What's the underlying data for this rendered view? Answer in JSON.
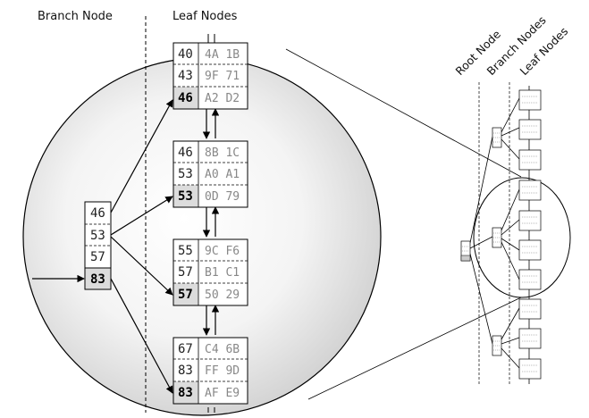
{
  "headers": {
    "branch_node": "Branch Node",
    "leaf_nodes": "Leaf Nodes"
  },
  "minimap_labels": {
    "root_node": "Root Node",
    "branch_nodes": "Branch Nodes",
    "leaf_nodes": "Leaf Nodes"
  },
  "branch_node": {
    "keys": [
      "46",
      "53",
      "57",
      "83"
    ],
    "highlighted_key": "83"
  },
  "leaf_nodes": [
    {
      "entries": [
        {
          "key": "40",
          "rowid": "4A 1B"
        },
        {
          "key": "43",
          "rowid": "9F 71"
        },
        {
          "key": "46",
          "rowid": "A2 D2",
          "bold": true
        }
      ]
    },
    {
      "entries": [
        {
          "key": "46",
          "rowid": "8B 1C"
        },
        {
          "key": "53",
          "rowid": "A0 A1"
        },
        {
          "key": "53",
          "rowid": "0D 79",
          "bold": true
        }
      ]
    },
    {
      "entries": [
        {
          "key": "55",
          "rowid": "9C F6"
        },
        {
          "key": "57",
          "rowid": "B1 C1"
        },
        {
          "key": "57",
          "rowid": "50 29",
          "bold": true
        }
      ]
    },
    {
      "entries": [
        {
          "key": "67",
          "rowid": "C4 6B"
        },
        {
          "key": "83",
          "rowid": "FF 9D"
        },
        {
          "key": "83",
          "rowid": "AF E9",
          "bold": true
        }
      ]
    }
  ],
  "colors": {
    "lens_edge": "#ffffff",
    "lens_center": "#d6d6d6",
    "bold_cell": "#dcdcdc",
    "stroke": "#000000",
    "rowid_text": "#888888"
  }
}
